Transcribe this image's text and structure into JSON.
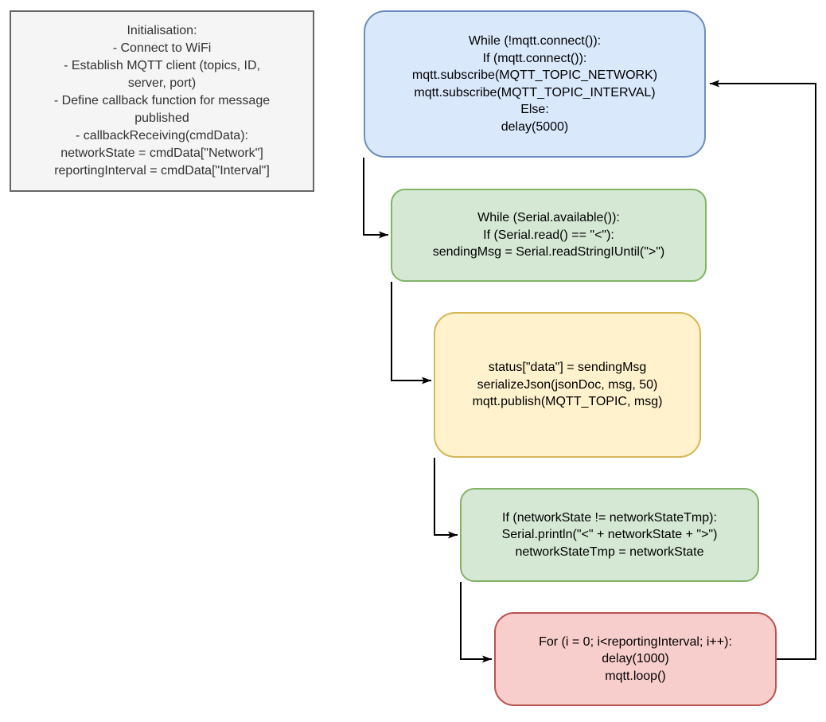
{
  "page": {
    "background_color": "#ffffff",
    "connector_color": "#000000"
  },
  "nodes": {
    "init_note": {
      "fill": "#f5f5f5",
      "stroke": "#666666",
      "text_color": "#333333",
      "lines": [
        "Initialisation:",
        "- Connect to WiFi",
        "- Establish MQTT client (topics, ID,",
        "server, port)",
        "- Define callback function for message",
        "published",
        "- callbackReceiving(cmdData):",
        "networkState = cmdData[\"Network\"]",
        "reportingInterval = cmdData[\"Interval\"]"
      ]
    },
    "mqtt_connect": {
      "fill": "#dae8fc",
      "stroke": "#6c8ebf",
      "text_color": "#000000",
      "lines": [
        "While (!mqtt.connect()):",
        "If (mqtt.connect()):",
        "mqtt.subscribe(MQTT_TOPIC_NETWORK)",
        "mqtt.subscribe(MQTT_TOPIC_INTERVAL)",
        "Else:",
        "delay(5000)"
      ]
    },
    "serial_read": {
      "fill": "#d5e8d4",
      "stroke": "#82b366",
      "text_color": "#000000",
      "lines": [
        "While (Serial.available()):",
        "If (Serial.read() == \"<\"):",
        "sendingMsg = Serial.readStringIUntil(\">\")"
      ]
    },
    "publish": {
      "fill": "#fff2cc",
      "stroke": "#d6b656",
      "text_color": "#000000",
      "lines": [
        "status[\"data\"] = sendingMsg",
        "serializeJson(jsonDoc, msg, 50)",
        "mqtt.publish(MQTT_TOPIC, msg)"
      ]
    },
    "network_check": {
      "fill": "#d5e8d4",
      "stroke": "#82b366",
      "text_color": "#000000",
      "lines": [
        "If (networkState != networkStateTmp):",
        "Serial.println(\"<\" + networkState + \">\")",
        "networkStateTmp = networkState"
      ]
    },
    "report_loop": {
      "fill": "#f8cecc",
      "stroke": "#b85450",
      "text_color": "#000000",
      "lines": [
        "For (i = 0; i<reportingInterval; i++):",
        "delay(1000)",
        "mqtt.loop()"
      ]
    }
  }
}
